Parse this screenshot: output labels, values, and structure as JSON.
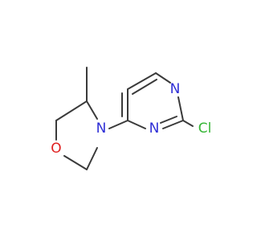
{
  "molecule": {
    "atoms": {
      "n_pyrimidine_top": "N",
      "n_pyrimidine_mid": "N",
      "n_morpholine": "N",
      "o_morpholine": "O",
      "cl": "Cl"
    }
  },
  "colors": {
    "bond": "#3a3a3a",
    "nitrogen": "#2f2fd6",
    "oxygen": "#e02020",
    "chlorine": "#35b535"
  }
}
